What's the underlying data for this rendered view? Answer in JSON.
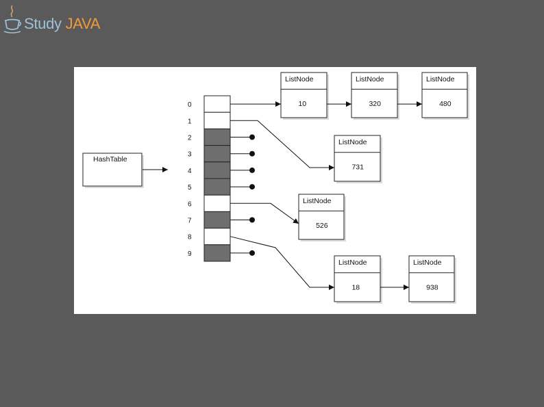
{
  "brand": {
    "study": "Study",
    "java": "JAVA",
    "icon": "coffee-cup-icon"
  },
  "diagram": {
    "hashtable_label": "HashTable",
    "listnode_header": "ListNode",
    "buckets": [
      {
        "index": "0",
        "filled": false
      },
      {
        "index": "1",
        "filled": false
      },
      {
        "index": "2",
        "filled": true
      },
      {
        "index": "3",
        "filled": true
      },
      {
        "index": "4",
        "filled": true
      },
      {
        "index": "5",
        "filled": true
      },
      {
        "index": "6",
        "filled": false
      },
      {
        "index": "7",
        "filled": true
      },
      {
        "index": "8",
        "filled": false
      },
      {
        "index": "9",
        "filled": true
      }
    ],
    "nodes": [
      {
        "id": "n10",
        "value": "10"
      },
      {
        "id": "n320",
        "value": "320"
      },
      {
        "id": "n480",
        "value": "480"
      },
      {
        "id": "n731",
        "value": "731"
      },
      {
        "id": "n526",
        "value": "526"
      },
      {
        "id": "n18",
        "value": "18"
      },
      {
        "id": "n938",
        "value": "938"
      }
    ]
  },
  "colors": {
    "background": "#5a5a5a",
    "empty_bucket": "#ffffff",
    "filled_bucket": "#6e6e6e",
    "study": "#9cc3d8",
    "java": "#f29a3a"
  }
}
